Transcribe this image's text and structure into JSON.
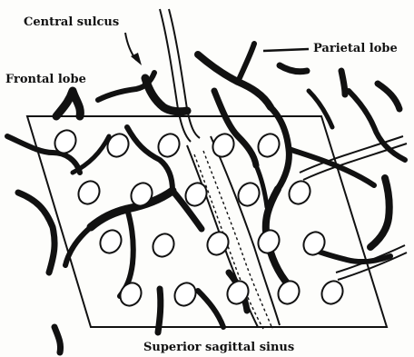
{
  "labels": {
    "central_sulcus": "Central sulcus",
    "parietal_lobe": "Parietal lobe",
    "frontal_lobe": "Frontal lobe",
    "superior_sagittal_sinus": "Superior sagittal sinus"
  },
  "colors": {
    "ink": "#111111",
    "paper": "#fdfdfb"
  }
}
